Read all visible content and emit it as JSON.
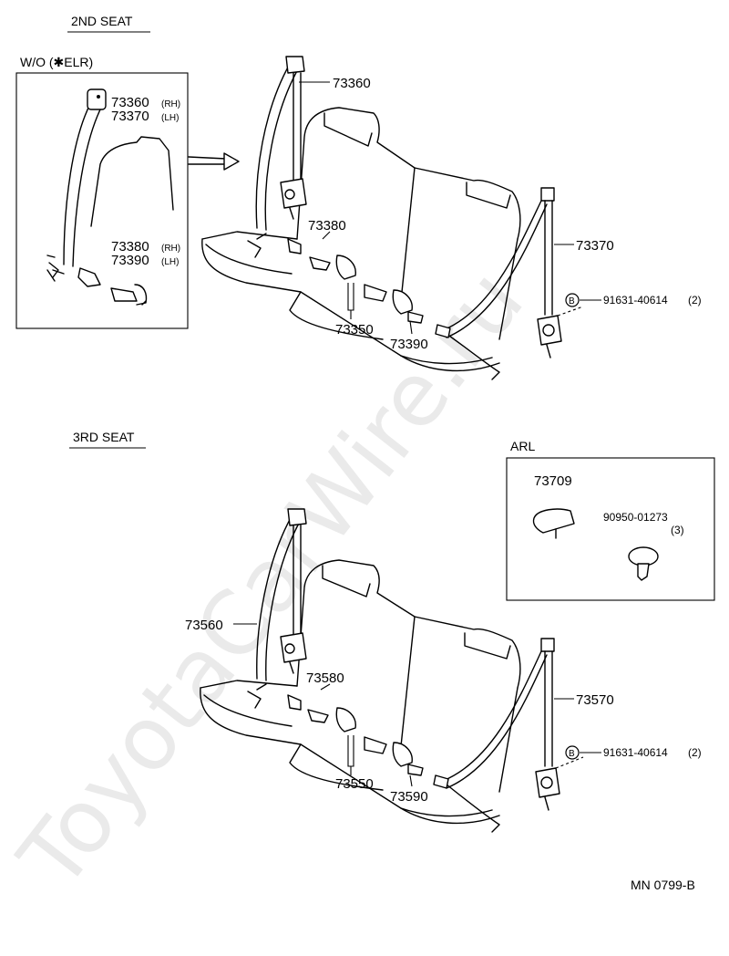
{
  "headers": {
    "second_seat": "2ND SEAT",
    "third_seat": "3RD SEAT",
    "wo_elr": "W/O (✱ELR)",
    "arl": "ARL"
  },
  "inset_parts": {
    "p73360": "73360",
    "rh1": "(RH)",
    "p73370": "73370",
    "lh1": "(LH)",
    "p73380": "73380",
    "rh2": "(RH)",
    "p73390": "73390",
    "lh2": "(LH)"
  },
  "second_seat_parts": {
    "p73360": "73360",
    "p73380": "73380",
    "p73370": "73370",
    "p73350": "73350",
    "p73390": "73390",
    "bolt_marker": "B",
    "bolt": "91631-40614",
    "bolt_qty": "(2)"
  },
  "arl_parts": {
    "p73709": "73709",
    "p90950": "90950-01273",
    "p90950_qty": "(3)"
  },
  "third_seat_parts": {
    "p73560": "73560",
    "p73580": "73580",
    "p73570": "73570",
    "p73550": "73550",
    "p73590": "73590",
    "bolt_marker": "B",
    "bolt": "91631-40614",
    "bolt_qty": "(2)"
  },
  "footer_code": "MN  0799-B",
  "watermark": "ToyotaCarWire.ru"
}
